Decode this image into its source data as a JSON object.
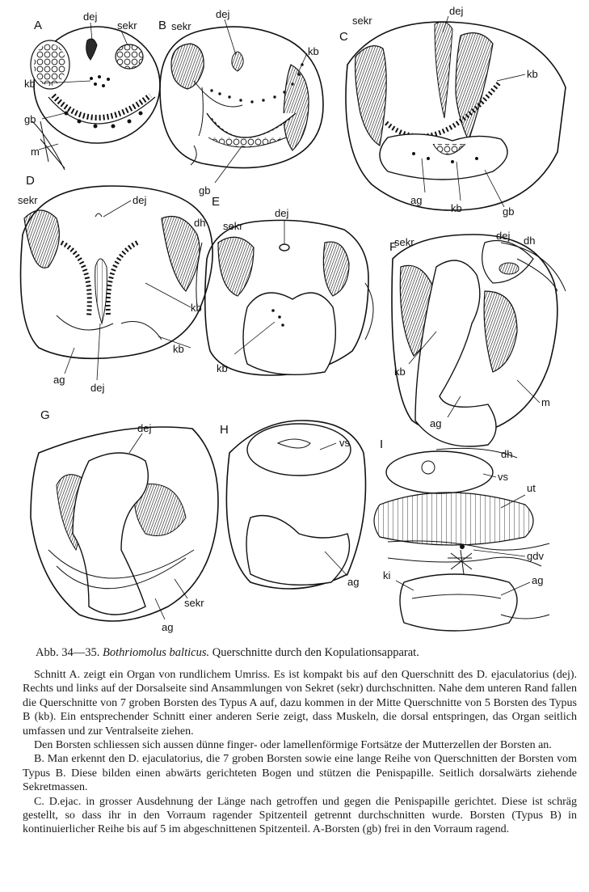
{
  "figure": {
    "panels": {
      "A": {
        "letter": "A",
        "labels": {
          "dej": "dej",
          "sekr": "sekr",
          "kb": "kb",
          "gb": "gb",
          "m": "m"
        }
      },
      "B": {
        "letter": "B",
        "labels": {
          "sekr": "sekr",
          "dej": "dej",
          "kb": "kb",
          "gb": "gb"
        }
      },
      "C": {
        "letter": "C",
        "labels": {
          "sekr": "sekr",
          "dej": "dej",
          "kb": "kb",
          "ag": "ag",
          "kb2": "kb",
          "gb": "gb"
        }
      },
      "D": {
        "letter": "D",
        "labels": {
          "sekr": "sekr",
          "dej": "dej",
          "kb": "kb",
          "kb2": "kb",
          "ag": "ag",
          "dej2": "dej"
        }
      },
      "E": {
        "letter": "E",
        "labels": {
          "dh": "dh",
          "sekr": "sekr",
          "dej": "dej",
          "kb": "kb"
        }
      },
      "F": {
        "letter": "F",
        "labels": {
          "sekr": "sekr",
          "dej": "dej",
          "dh": "dh",
          "kb": "kb",
          "m": "m",
          "ag": "ag"
        }
      },
      "G": {
        "letter": "G",
        "labels": {
          "dej": "dej",
          "sekr": "sekr",
          "ag": "ag"
        }
      },
      "H": {
        "letter": "H",
        "labels": {
          "vs": "vs",
          "ag": "ag"
        }
      },
      "I": {
        "letter": "I",
        "labels": {
          "dh": "dh",
          "vs": "vs",
          "ut": "ut",
          "gdv": "gdv",
          "ki": "ki",
          "ag": "ag"
        }
      }
    }
  },
  "caption": {
    "prefix": "Abb. 34—35.",
    "species": "Bothriomolus balticus.",
    "rest": "Querschnitte durch den Kopulationsapparat."
  },
  "paragraphs": [
    "Schnitt A. zeigt ein Organ von rundlichem Umriss. Es ist kompakt bis auf den Querschnitt des D. ejaculatorius (dej). Rechts und links auf der Dorsalseite sind Ansammlungen von Sekret (sekr) durchschnitten. Nahe dem unteren Rand fallen die Querschnitte von 7 groben Borsten des Typus A auf, dazu kommen in der Mitte Querschnitte von 5 Borsten des Typus B (kb). Ein entsprechender Schnitt einer anderen Serie zeigt, dass Muskeln, die dorsal entspringen, das Organ seitlich umfassen und zur Ventralseite ziehen.",
    "Den Borsten schliessen sich aussen dünne finger- oder lamellenförmige Fortsätze der Mutterzellen der Borsten an.",
    "B. Man erkennt den D. ejaculatorius, die 7 groben Borsten sowie eine lange Reihe von Querschnitten der Borsten vom Typus B. Diese bilden einen abwärts gerichteten Bogen und stützen die Penispapille. Seitlich dorsalwärts ziehende Sekretmassen.",
    "C. D.ejac. in grosser Ausdehnung der Länge nach getroffen und gegen die Penispapille gerichtet. Diese ist schräg gestellt, so dass ihr in den Vorraum ragender Spitzenteil getrennt durchschnitten wurde. Borsten (Typus B) in kontinuierlicher Reihe bis auf 5 im abgeschnittenen Spitzenteil. A-Borsten (gb) frei in den Vorraum ragend."
  ]
}
